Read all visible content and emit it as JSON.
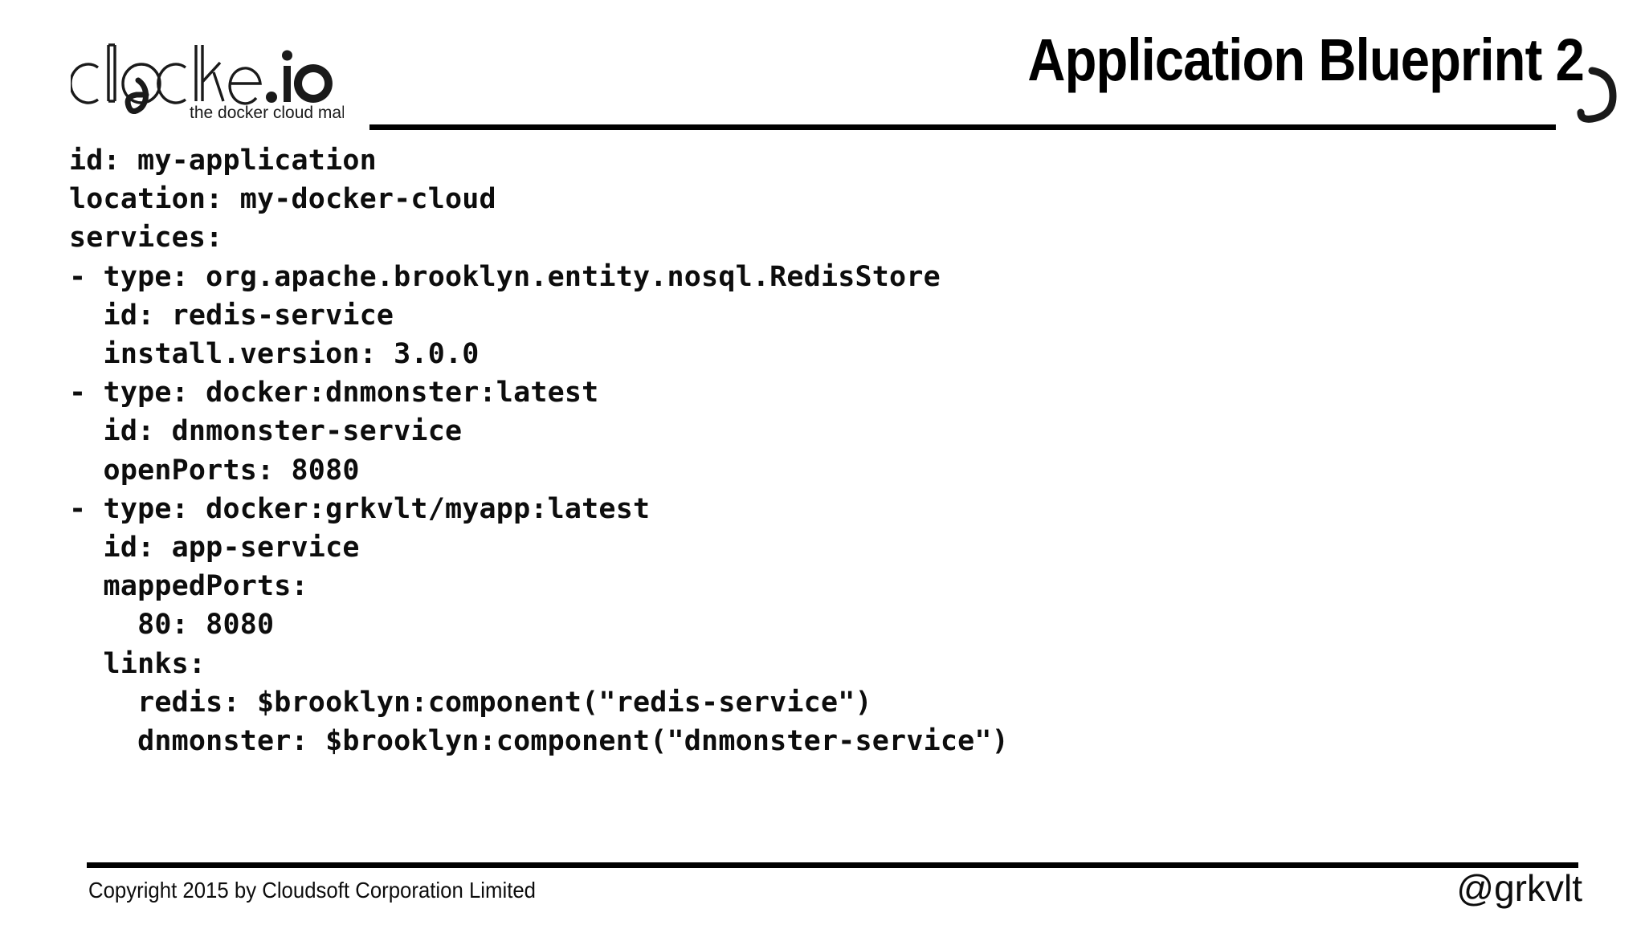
{
  "slide": {
    "title": "Application Blueprint 2",
    "background_color": "#ffffff",
    "text_color": "#0d0d0d",
    "rule_color": "#000000"
  },
  "logo": {
    "wordmark": "clocker.io",
    "tagline": "the docker cloud maker",
    "icon_name": "clocker-swoosh-icon"
  },
  "header": {
    "swoosh_icon_name": "clocker-hook-icon"
  },
  "code": {
    "language": "yaml",
    "lines": [
      "id: my-application",
      "location: my-docker-cloud",
      "services:",
      "- type: org.apache.brooklyn.entity.nosql.RedisStore",
      "  id: redis-service",
      "  install.version: 3.0.0",
      "- type: docker:dnmonster:latest",
      "  id: dnmonster-service",
      "  openPorts: 8080",
      "- type: docker:grkvlt/myapp:latest",
      "  id: app-service",
      "  mappedPorts:",
      "    80: 8080",
      "  links:",
      "    redis: $brooklyn:component(\"redis-service\")",
      "    dnmonster: $brooklyn:component(\"dnmonster-service\")"
    ]
  },
  "footer": {
    "copyright": "Copyright 2015 by Cloudsoft Corporation  Limited",
    "handle": "@grkvlt"
  }
}
